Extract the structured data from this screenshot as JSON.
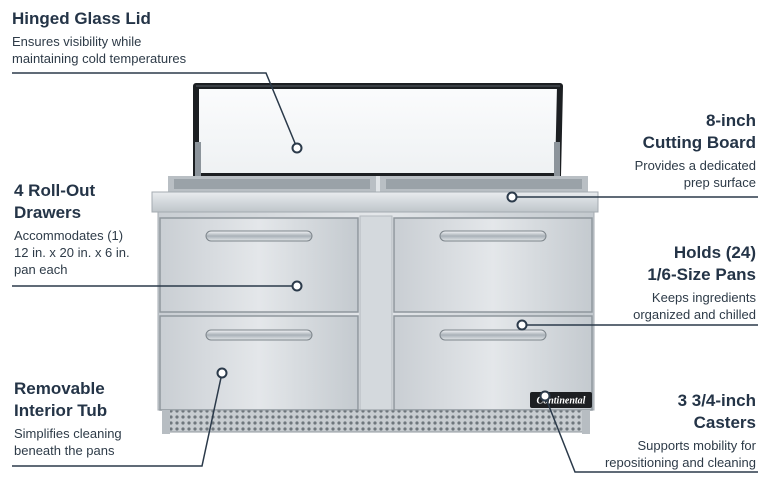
{
  "callouts": {
    "glass_lid": {
      "title": "Hinged Glass Lid",
      "desc_1": "Ensures visibility while",
      "desc_2": "maintaining cold temperatures"
    },
    "drawers": {
      "title_1": "4 Roll-Out",
      "title_2": "Drawers",
      "desc_1": "Accommodates (1)",
      "desc_2": "12 in. x 20 in. x 6 in.",
      "desc_3": "pan each"
    },
    "tub": {
      "title_1": "Removable",
      "title_2": "Interior Tub",
      "desc_1": "Simplifies cleaning",
      "desc_2": "beneath the pans"
    },
    "cutting_board": {
      "title_1": "8-inch",
      "title_2": "Cutting Board",
      "desc_1": "Provides a dedicated",
      "desc_2": "prep surface"
    },
    "pans": {
      "title_1": "Holds (24)",
      "title_2": "1/6-Size Pans",
      "desc_1": "Keeps ingredients",
      "desc_2": "organized and chilled"
    },
    "casters": {
      "title_1": "3 3/4-inch",
      "title_2": "Casters",
      "desc_1": "Supports mobility for",
      "desc_2": "repositioning and cleaning"
    }
  },
  "brand_badge": "Continental",
  "colors": {
    "title": "#243447",
    "leader_line": "#2b3a4a",
    "steel_light": "#dfe3e7",
    "steel_dark": "#9aa3ab",
    "lid_frame": "#1c1f22"
  }
}
